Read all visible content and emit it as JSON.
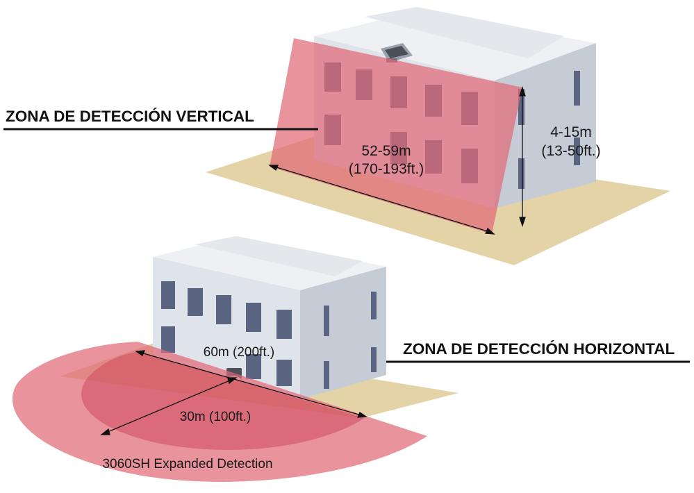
{
  "labels": {
    "vertical_zone_title": "ZONA DE DETECCIÓN VERTICAL",
    "horizontal_zone_title": "ZONA DE DETECCIÓN HORIZONTAL",
    "vertical_width_m": "52-59m",
    "vertical_width_ft": "(170-193ft.)",
    "vertical_height_m": "4-15m",
    "vertical_height_ft": "(13-50ft.)",
    "horizontal_width": "60m (200ft.)",
    "horizontal_depth": "30m (100ft.)",
    "expanded_detection": "3060SH Expanded Detection"
  },
  "colors": {
    "ground": "#e3d3a6",
    "detection_zone": "#e06a77",
    "building_front": "#dfe3ea",
    "building_side": "#c5ccd6",
    "building_roof": "#eef0f3",
    "window": "#5b6582"
  }
}
